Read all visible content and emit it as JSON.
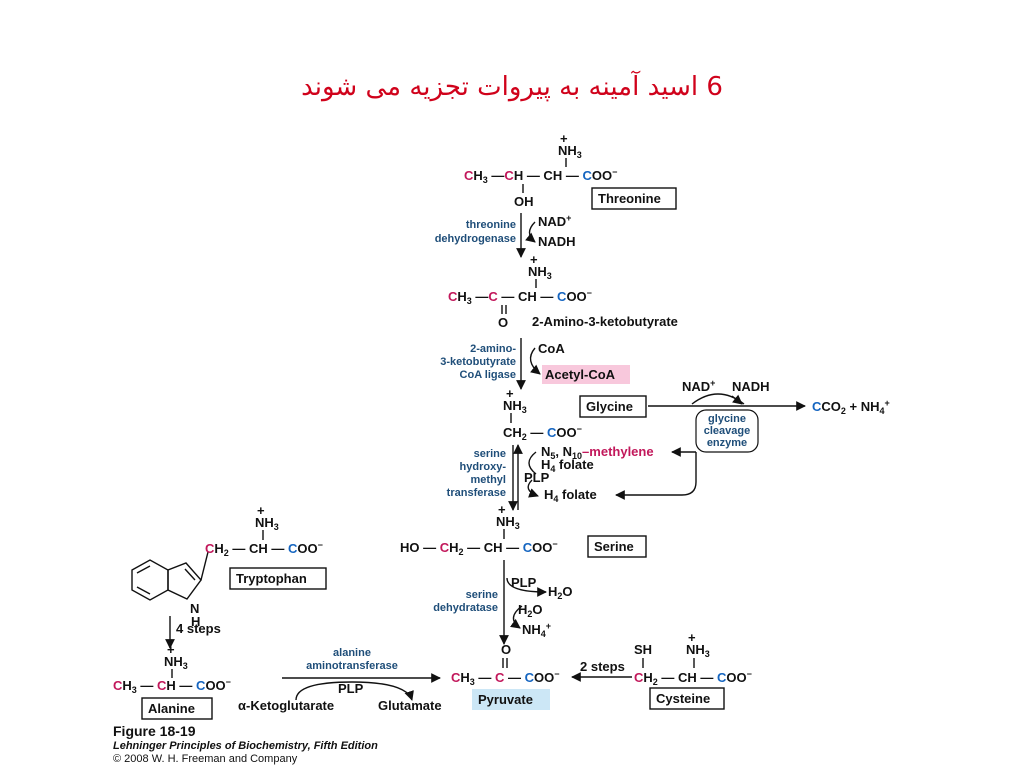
{
  "slide": {
    "title": "6 اسید آمینه به پیروات تجزیه می شوند"
  },
  "compounds": {
    "threonine": "Threonine",
    "amino_ketobutyrate": "2-Amino-3-ketobutyrate",
    "acetyl_coa": "Acetyl-CoA",
    "glycine": "Glycine",
    "serine": "Serine",
    "pyruvate": "Pyruvate",
    "tryptophan": "Tryptophan",
    "alanine": "Alanine",
    "cysteine": "Cysteine"
  },
  "enzymes": {
    "threonine_dehydrogenase": [
      "threonine",
      "dehydrogenase"
    ],
    "ketobutyrate_ligase": [
      "2-amino-",
      "3-ketobutyrate",
      "CoA ligase"
    ],
    "glycine_cleavage": [
      "glycine",
      "cleavage",
      "enzyme"
    ],
    "serine_hydroxymethyltransferase": [
      "serine",
      "hydroxy-",
      "methyl",
      "transferase"
    ],
    "serine_dehydratase": [
      "serine",
      "dehydratase"
    ],
    "alanine_aminotransferase": [
      "alanine",
      "aminotransferase"
    ]
  },
  "cofactors": {
    "nad_plus": "NAD",
    "nadh": "NADH",
    "coa": "CoA",
    "plp": "PLP",
    "h4_folate": "folate",
    "methylene": "methylene",
    "h2o": "O",
    "nh4": "NH",
    "co2": "CO",
    "ketoglutarate": "-Ketoglutarate",
    "glutamate": "Glutamate",
    "four_steps": "4 steps",
    "two_steps": "2 steps"
  },
  "caption": {
    "figure": "Figure 18-19",
    "book": "Lehninger Principles of Biochemistry, Fifth Edition",
    "copyright": "© 2008 W. H. Freeman and Company"
  },
  "colors": {
    "title": "#d0021b",
    "carbon_highlight": "#c2185b",
    "carboxyl_highlight": "#1565c0",
    "enzyme_text": "#1f4e79",
    "acetyl_coa_fill": "#f8c8dc",
    "pyruvate_fill": "#cce7f6"
  }
}
